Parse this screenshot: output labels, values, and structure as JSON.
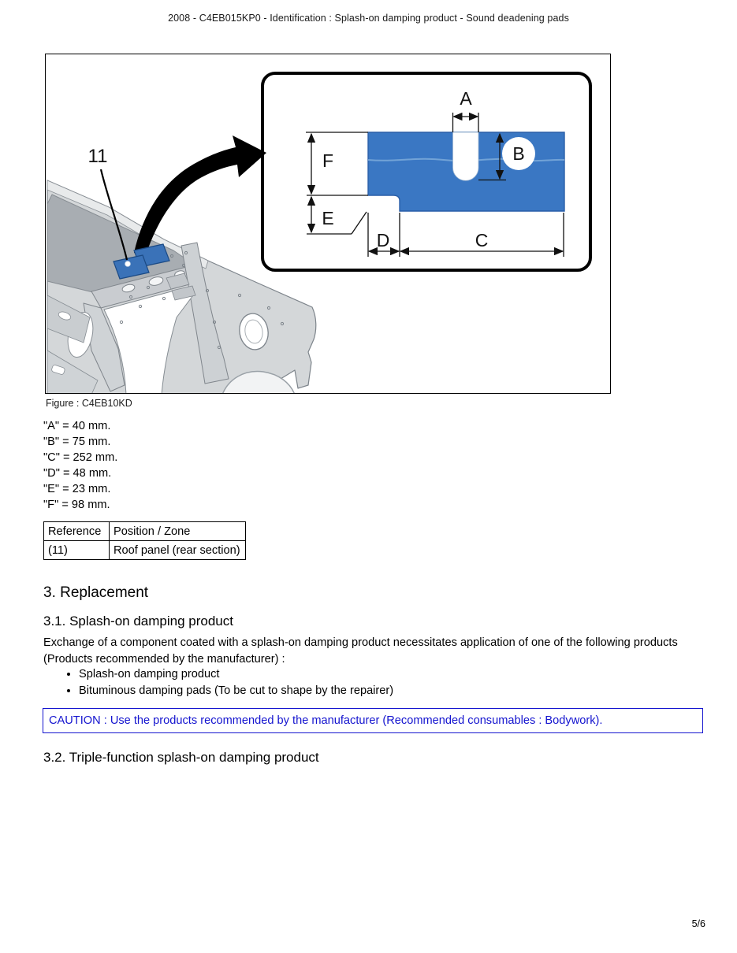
{
  "page": {
    "header": "2008 - C4EB015KP0 - Identification : Splash-on damping product - Sound deadening pads",
    "page_number": "5/6"
  },
  "figure": {
    "caption": "Figure : C4EB10KD",
    "part_label": "11",
    "dim_labels": {
      "a": "A",
      "b": "B",
      "c": "C",
      "d": "D",
      "e": "E",
      "f": "F"
    },
    "colors": {
      "pad_blue": "#3a77c3",
      "pad_edge": "#1d4f96",
      "caution_blue": "#1414cf"
    }
  },
  "measurements": {
    "lines": [
      "\"A\" = 40 mm.",
      "\"B\" = 75 mm.",
      "\"C\" = 252 mm.",
      "\"D\" = 48 mm.",
      "\"E\" = 23 mm.",
      "\"F\" = 98 mm."
    ]
  },
  "table": {
    "headers": [
      "Reference",
      "Position / Zone"
    ],
    "rows": [
      [
        "(11)",
        "Roof panel (rear section)"
      ]
    ]
  },
  "sections": {
    "s3_title": "3. Replacement",
    "s31_title": "3.1. Splash-on damping product",
    "s31_paragraph": "Exchange of a component coated with a splash-on damping product necessitates application of one of the following products (Products recommended by the manufacturer) :",
    "bullets": [
      "Splash-on damping product",
      "Bituminous damping pads (To be cut to shape by the repairer)"
    ],
    "caution": "CAUTION : Use the products recommended by the manufacturer (Recommended consumables : Bodywork).",
    "s32_title": "3.2. Triple-function splash-on damping product"
  }
}
